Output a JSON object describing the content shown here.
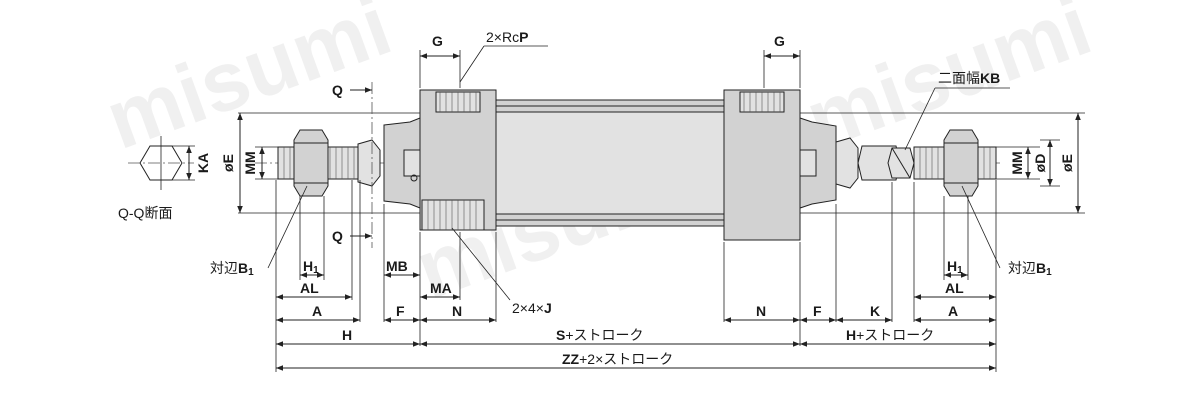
{
  "watermark": "misumi",
  "dims": {
    "G": "G",
    "port": "2×Rc",
    "port_b": "P",
    "Q": "Q",
    "KA": "KA",
    "E": "øE",
    "MM": "MM",
    "D": "øD",
    "KB_pre": "二面幅",
    "KB": "KB",
    "section": "Q-Q断面",
    "B1_pre": "対辺",
    "B1": "B",
    "sub1": "1",
    "H1": "H",
    "AL": "AL",
    "A": "A",
    "H": "H",
    "MB": "MB",
    "MA": "MA",
    "F": "F",
    "N": "N",
    "J_pre": "2×4×",
    "J": "J",
    "K": "K",
    "S": "S",
    "stroke": "+ストローク",
    "ZZ": "ZZ",
    "zz_stroke": "+2×ストローク"
  },
  "colors": {
    "body": "#d2d2d2",
    "line": "#222222"
  }
}
